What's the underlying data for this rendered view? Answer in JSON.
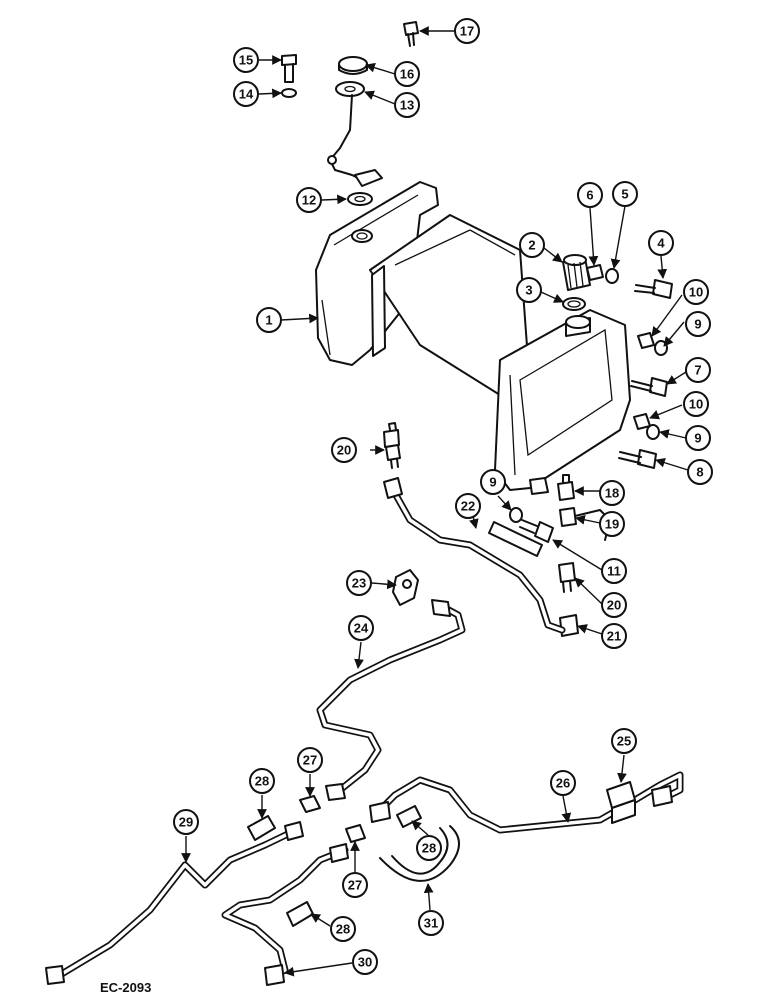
{
  "drawing_code": "EC-2093",
  "callouts": [
    "1",
    "2",
    "3",
    "4",
    "5",
    "6",
    "7",
    "8",
    "9",
    "9",
    "9",
    "10",
    "10",
    "11",
    "12",
    "13",
    "14",
    "15",
    "16",
    "17",
    "18",
    "19",
    "20",
    "20",
    "21",
    "22",
    "23",
    "24",
    "25",
    "26",
    "27",
    "27",
    "28",
    "28",
    "28",
    "29",
    "30",
    "31"
  ]
}
